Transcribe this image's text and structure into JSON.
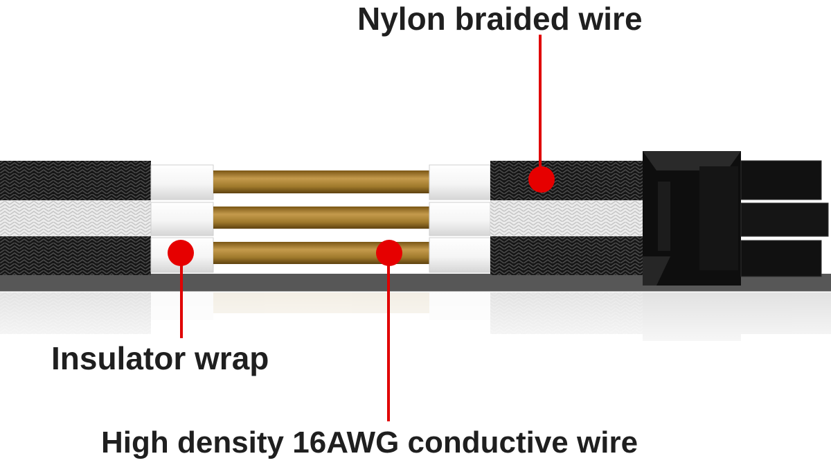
{
  "callouts": {
    "nylon_braided_wire": "Nylon braided wire",
    "insulator_wrap": "Insulator wrap",
    "conductive_wire": "High density 16AWG conductive wire"
  },
  "colors": {
    "pointer": "#e00000",
    "braid_black": "#141414",
    "braid_white": "#eeeeee",
    "copper": "#a07a2c",
    "connector": "#0d0d0d"
  }
}
